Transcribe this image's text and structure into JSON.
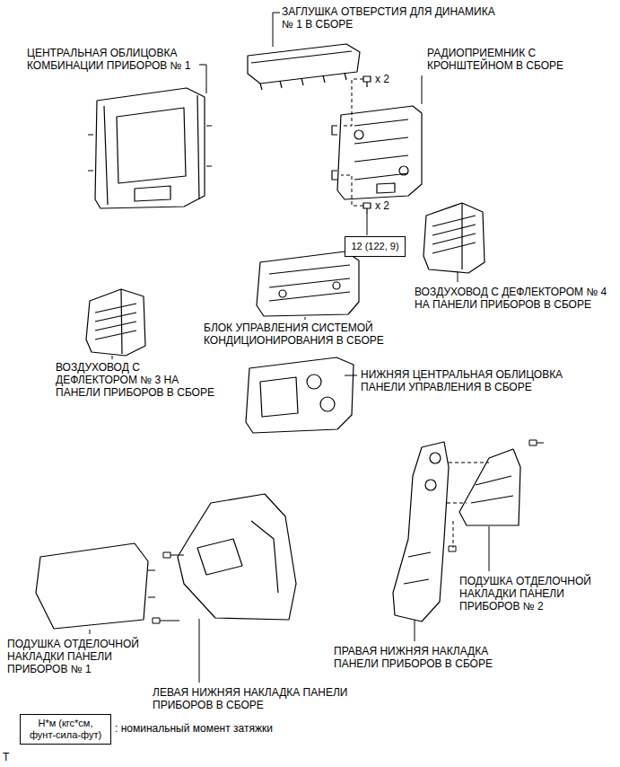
{
  "diagram": {
    "nodes": [
      {
        "text": [
          "12 (122, 9)"
        ]
      },
      {
        "text": [
          "Н*м (кгс*см, фунт-сила-фут)"
        ]
      }
    ],
    "labels": [
      "ЗАГЛУШКА ОТВЕРСТИЯ ДЛЯ ДИНАМИКА № 1 В СБОРЕ",
      "ЦЕНТРАЛЬНАЯ ОБЛИЦОВКА КОМБИНАЦИИ ПРИБОРОВ № 1",
      "РАДИОПРИЕМНИК С КРОНШТЕЙНОМ В СБОРЕ",
      "x 2",
      "x 2",
      "ВОЗДУХОВОД С ДЕФЛЕКТОРОМ № 4 НА ПАНЕЛИ ПРИБОРОВ В СБОРЕ",
      "БЛОК УПРАВЛЕНИЯ СИСТЕМОЙ КОНДИЦИОНИРОВАНИЯ В СБОРЕ",
      "ВОЗДУХОВОД С ДЕФЛЕКТОРОМ № 3 НА ПАНЕЛИ ПРИБОРОВ В СБОРЕ",
      "НИЖНЯЯ ЦЕНТРАЛЬНАЯ ОБЛИЦОВКА ПАНЕЛИ УПРАВЛЕНИЯ В СБОРЕ",
      "ПОДУШКА ОТДЕЛОЧНОЙ НАКЛАДКИ ПАНЕЛИ ПРИБОРОВ № 2",
      "ПОДУШКА ОТДЕЛОЧНОЙ НАКЛАДКИ ПАНЕЛИ ПРИБОРОВ № 1",
      "ПРАВАЯ НИЖНЯЯ НАКЛАДКА ПАНЕЛИ ПРИБОРОВ В СБОРЕ",
      "ЛЕВАЯ НИЖНЯЯ НАКЛАДКА ПАНЕЛИ ПРИБОРОВ В СБОРЕ",
      ": номинальный момент затяжки",
      "T"
    ]
  }
}
